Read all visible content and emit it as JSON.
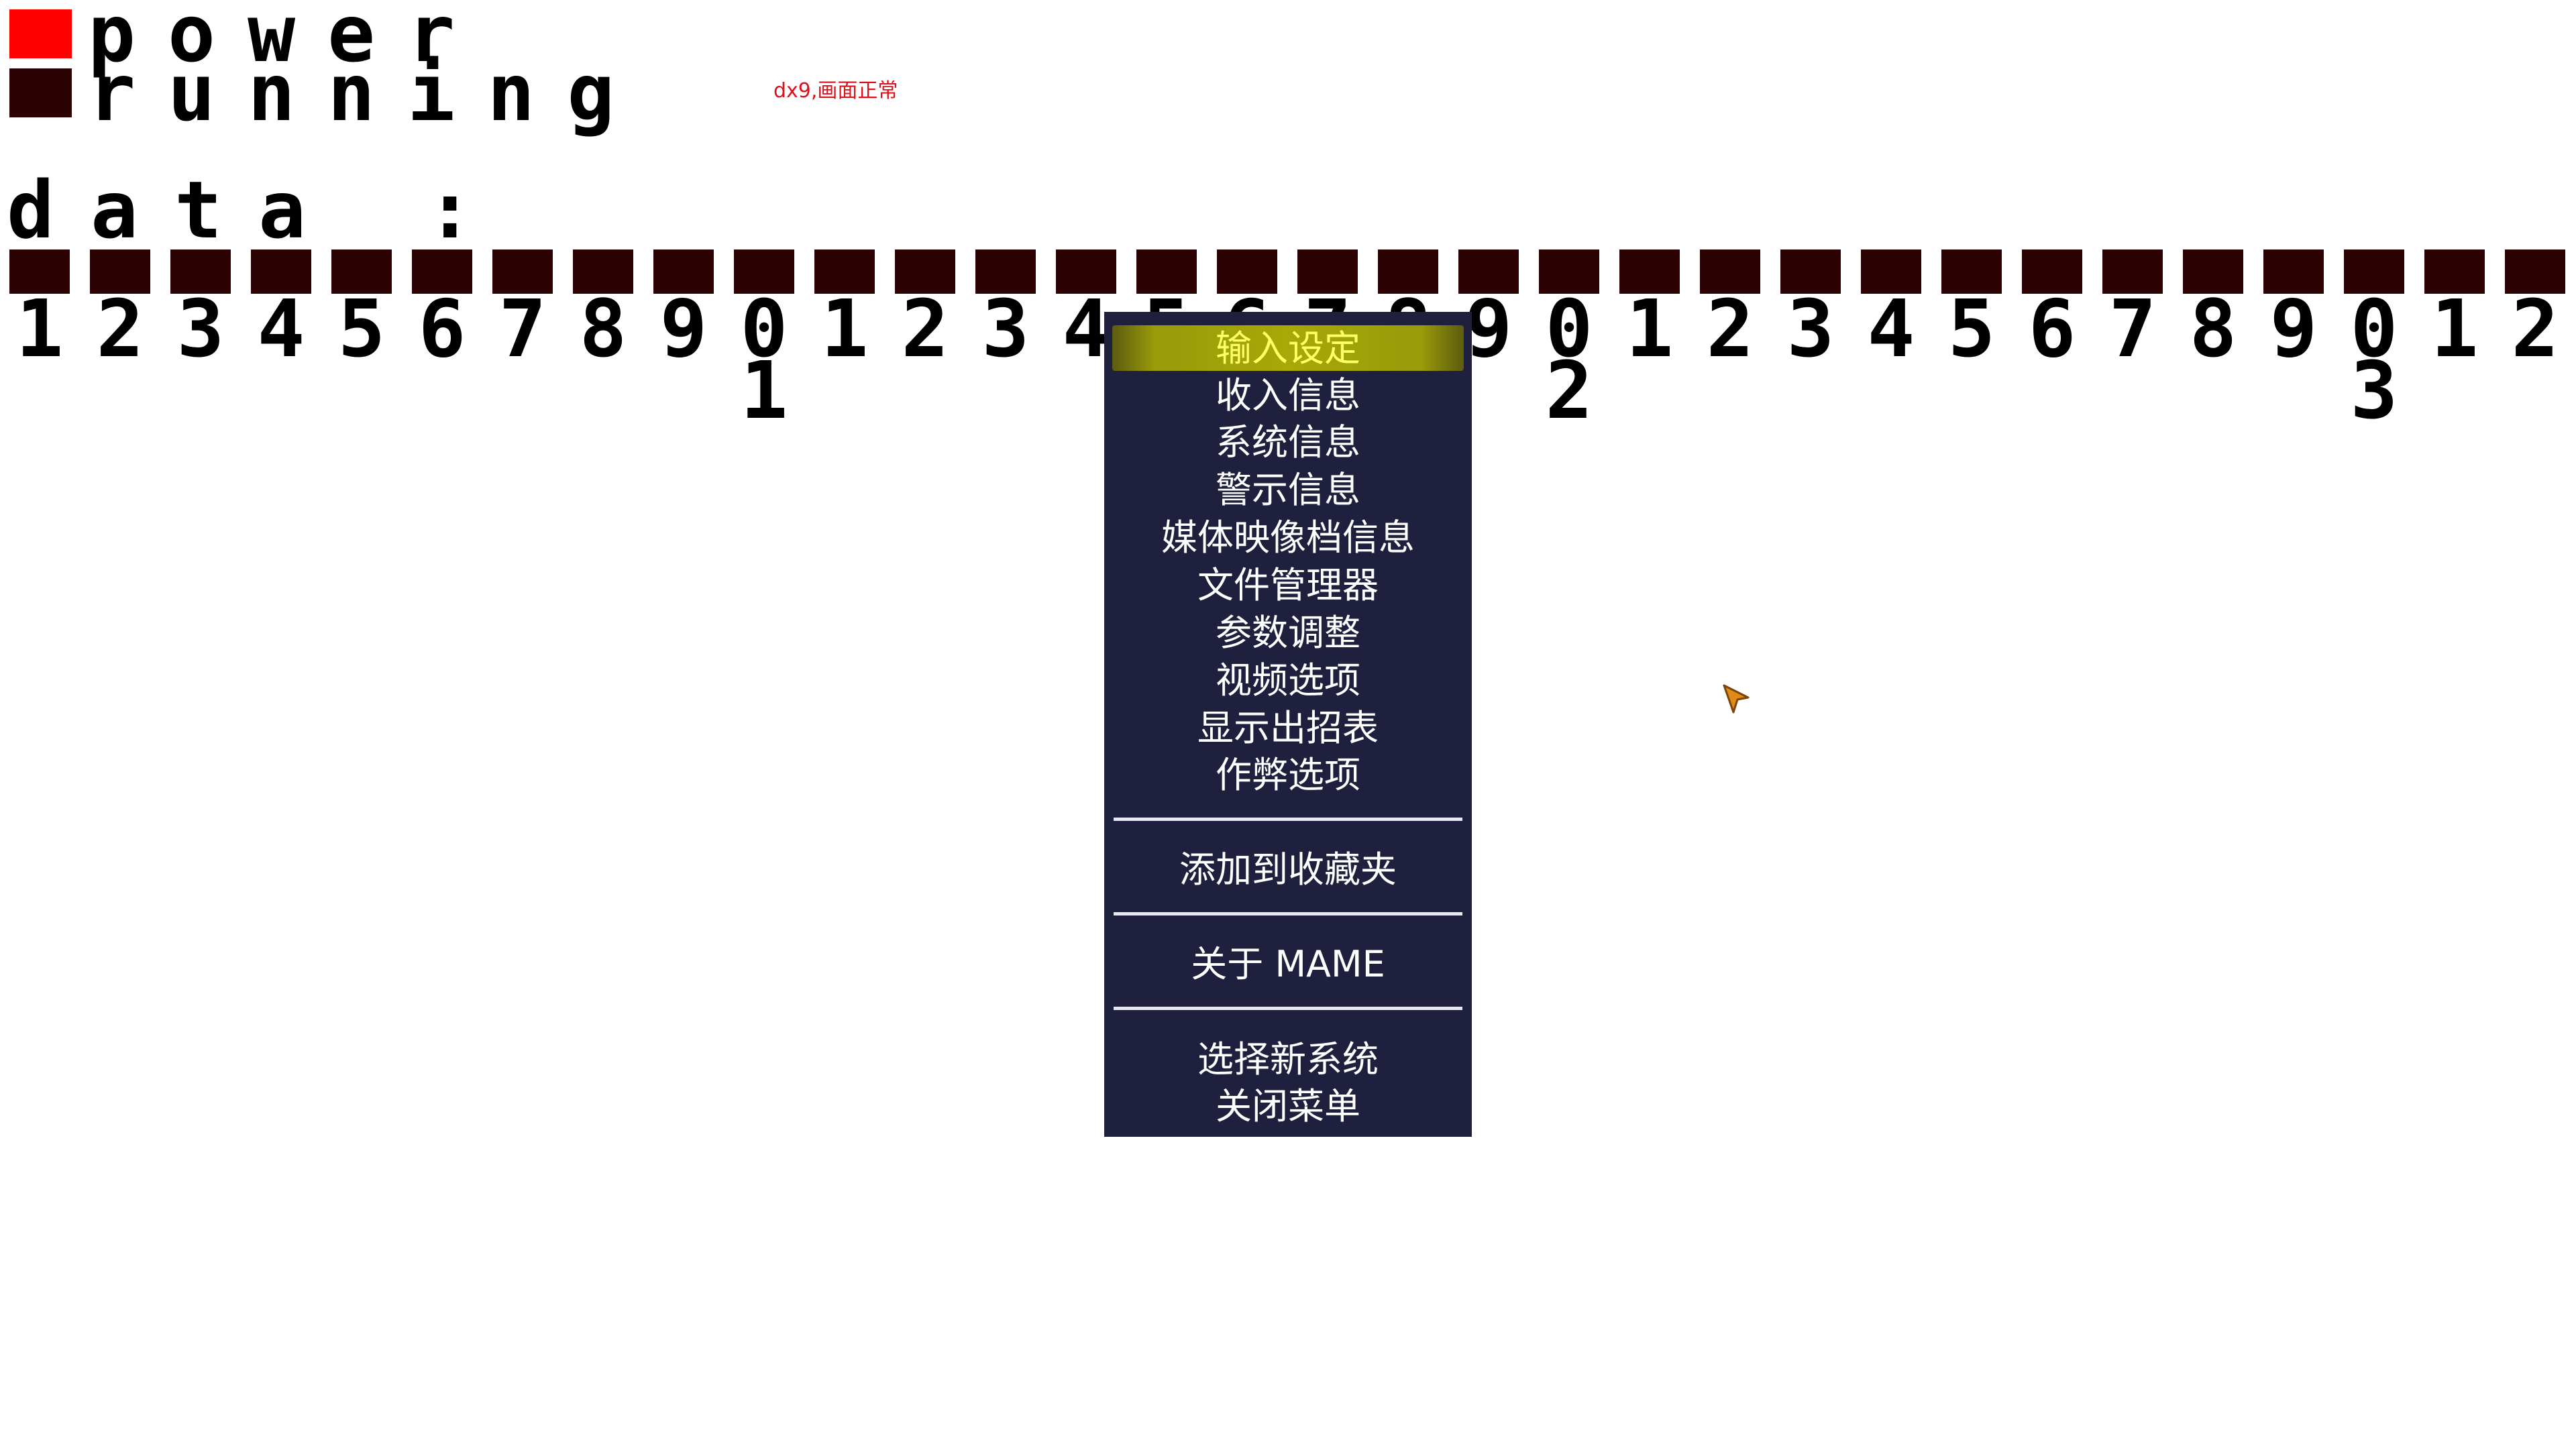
{
  "status": {
    "items": [
      {
        "label": "power",
        "color": "#ff0000"
      },
      {
        "label": "running",
        "color": "#2d0202"
      }
    ],
    "note": "dx9,画面正常"
  },
  "data_section": {
    "label": "data :",
    "cell_color": "#2d0202",
    "digits": [
      "1",
      "2",
      "3",
      "4",
      "5",
      "6",
      "7",
      "8",
      "9",
      "0",
      "1",
      "2",
      "3",
      "4",
      "5",
      "6",
      "7",
      "8",
      "9",
      "0",
      "1",
      "2",
      "3",
      "4",
      "5",
      "6",
      "7",
      "8",
      "9",
      "0",
      "1",
      "2"
    ],
    "tens": [
      "1",
      "2",
      "3"
    ]
  },
  "menu": {
    "selected_color": "#ffff66",
    "highlight_color": "#a8a808",
    "background": "#1f1f3e",
    "groups": [
      [
        "输入设定",
        "收入信息",
        "系统信息",
        "警示信息",
        "媒体映像档信息",
        "文件管理器",
        "参数调整",
        "视频选项",
        "显示出招表",
        "作弊选项"
      ],
      [
        "添加到收藏夹"
      ],
      [
        "关于 MAME"
      ],
      [
        "选择新系统",
        "关闭菜单"
      ]
    ]
  },
  "cursor": {
    "icon": "mouse-pointer-icon",
    "color": "#e08a18"
  }
}
